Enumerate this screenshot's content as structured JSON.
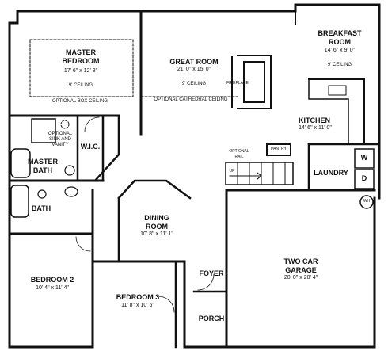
{
  "rooms": {
    "master_bedroom": {
      "name_1": "MASTER",
      "name_2": "BEDROOM",
      "dims": "17' 6\" x 12' 8\"",
      "ceiling": "9' CEILING",
      "ceiling_option": "OPTIONAL BOX CEILING"
    },
    "great_room": {
      "name": "GREAT ROOM",
      "dims": "21' 0\" x 15' 0\"",
      "ceiling": "9' CEILING",
      "ceiling_option": "OPTIONAL CATHEDRAL CEILING",
      "fireplace": "FIREPLACE"
    },
    "breakfast_room": {
      "name_1": "BREAKFAST",
      "name_2": "ROOM",
      "dims": "14' 6\" x 9' 0\"",
      "ceiling": "9' CEILING"
    },
    "kitchen": {
      "name": "KITCHEN",
      "dims": "14' 6\" x 11' 0\"",
      "pantry": "PANTRY"
    },
    "master_bath": {
      "name_1": "MASTER",
      "name_2": "BATH",
      "sink_option_1": "OPTIONAL",
      "sink_option_2": "SINK AND",
      "sink_option_3": "VANITY"
    },
    "wic": {
      "name": "W.I.C."
    },
    "bath": {
      "name": "BATH"
    },
    "dining_room": {
      "name_1": "DINING",
      "name_2": "ROOM",
      "dims": "10' 8\" x 11' 1\""
    },
    "bedroom_2": {
      "name": "BEDROOM 2",
      "dims": "10' 4\" x 11' 4\""
    },
    "bedroom_3": {
      "name": "BEDROOM 3",
      "dims": "11' 8\" x 10' 6\""
    },
    "garage": {
      "name_1": "TWO CAR",
      "name_2": "GARAGE",
      "dims": "20' 0\" x 20' 4\""
    },
    "laundry": {
      "name": "LAUNDRY",
      "washer": "W",
      "dryer": "D",
      "mechanical": "WH"
    },
    "foyer": {
      "name": "FOYER"
    },
    "porch": {
      "name": "PORCH"
    },
    "stair": {
      "optional_1": "OPTIONAL",
      "optional_2": "RAIL",
      "direction": "UP"
    }
  }
}
